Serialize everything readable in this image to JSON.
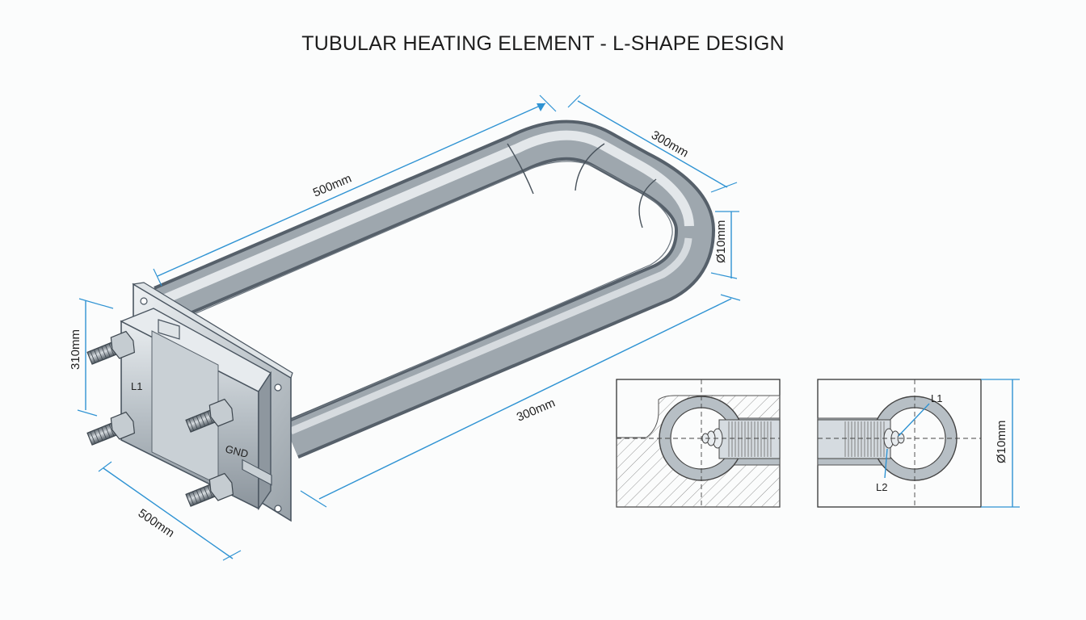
{
  "title": "TUBULAR HEATING ELEMENT - L-SHAPE DESIGN",
  "dimensions": {
    "top_length": "500mm",
    "top_width": "300mm",
    "tube_diameter_main": "Ø10mm",
    "flange_height": "310mm",
    "bottom_length": "300mm",
    "flange_width": "500mm",
    "section_diameter": "Ø10mm"
  },
  "terminals": {
    "l1": "L1",
    "gnd": "GND"
  },
  "section_detail": {
    "l1": "L1",
    "l2": "L2"
  },
  "colors": {
    "dimension_line": "#2f93d3",
    "tube_steel": "#9aa3ab",
    "outline": "#4a5560"
  }
}
